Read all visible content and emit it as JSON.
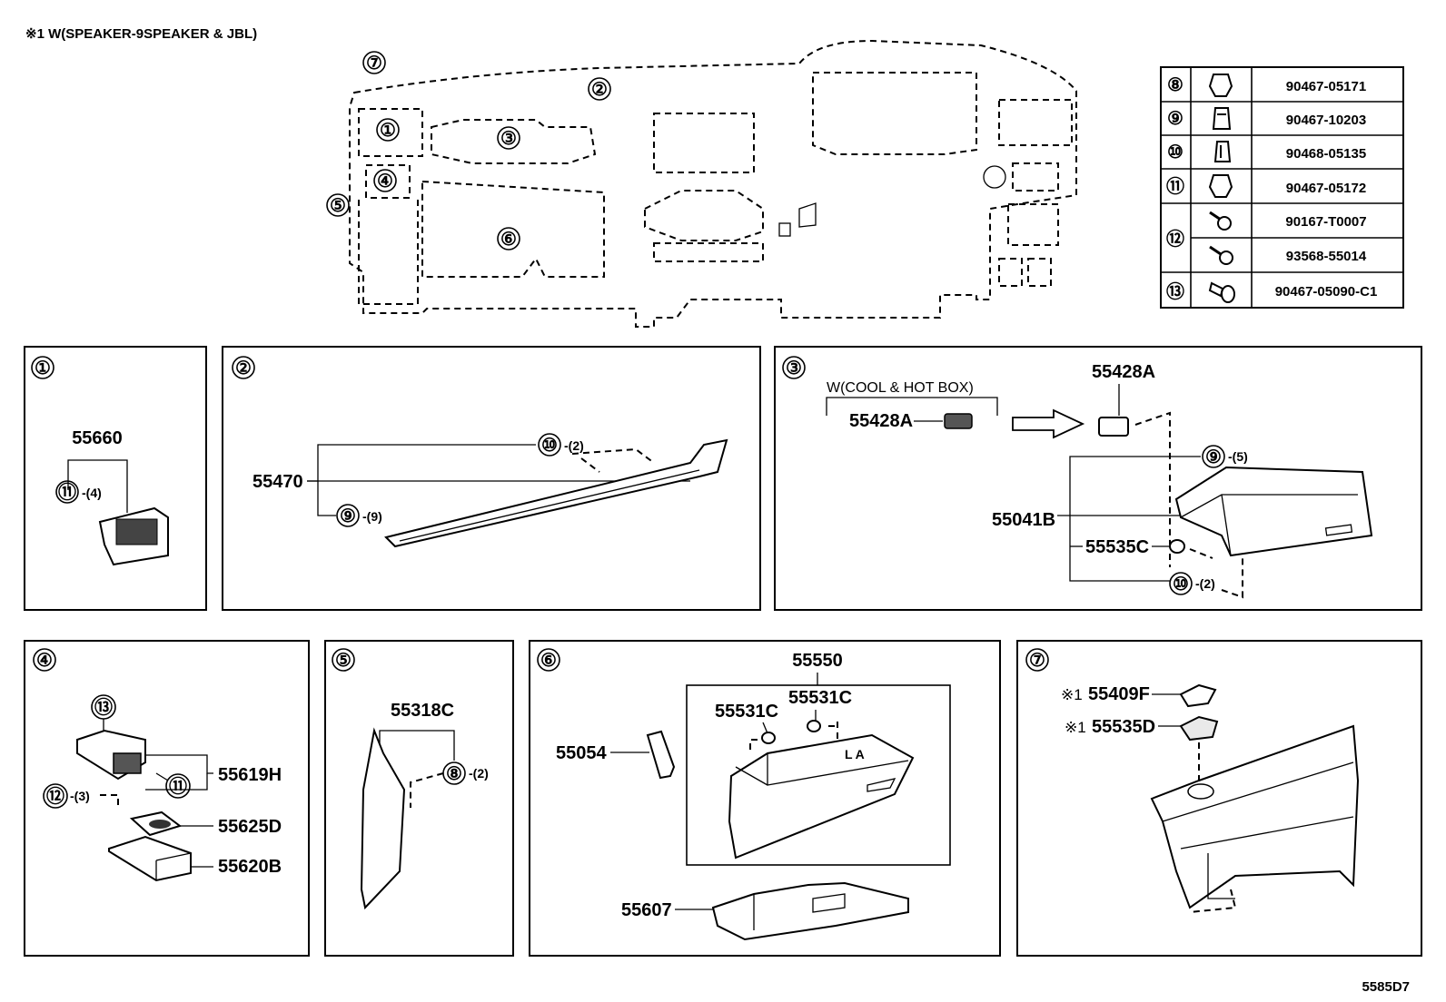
{
  "header": {
    "note": "※1 W(SPEAKER-9SPEAKER & JBL)",
    "diagram_code": "5585D7"
  },
  "overview": {
    "callouts": [
      "①",
      "②",
      "③",
      "④",
      "⑤",
      "⑥",
      "⑦"
    ]
  },
  "fastener_table": {
    "rows": [
      {
        "ref": "⑧",
        "icon": "clip-icon",
        "part": "90467-05171"
      },
      {
        "ref": "⑨",
        "icon": "clip-icon",
        "part": "90467-10203"
      },
      {
        "ref": "⑩",
        "icon": "clip-icon",
        "part": "90468-05135"
      },
      {
        "ref": "⑪",
        "icon": "clip-icon",
        "part": "90467-05172"
      },
      {
        "ref": "⑫",
        "icon": "screw-icon",
        "part": "90167-T0007"
      },
      {
        "ref": "",
        "icon": "screw-icon",
        "part": "93568-55014"
      },
      {
        "ref": "⑬",
        "icon": "pin-icon",
        "part": "90467-05090-C1"
      }
    ]
  },
  "panels": {
    "p1": {
      "num": "①",
      "labels": [
        "55660",
        "⑪",
        "-(4)"
      ]
    },
    "p2": {
      "num": "②",
      "labels": [
        "55470",
        "⑩",
        "-(2)",
        "⑨",
        "-(9)"
      ]
    },
    "p3": {
      "num": "③",
      "labels": [
        "W(COOL & HOT BOX)",
        "55428A",
        "55428A",
        "⑨",
        "-(5)",
        "55041B",
        "55535C",
        "⑩",
        "-(2)"
      ]
    },
    "p4": {
      "num": "④",
      "labels": [
        "⑬",
        "55619H",
        "⑪",
        "⑫",
        "-(3)",
        "55625D",
        "55620B"
      ]
    },
    "p5": {
      "num": "⑤",
      "labels": [
        "55318C",
        "⑧",
        "-(2)"
      ]
    },
    "p6": {
      "num": "⑥",
      "labels": [
        "55550",
        "55531C",
        "55531C",
        "55054",
        "55607"
      ]
    },
    "p7": {
      "num": "⑦",
      "labels": [
        "※1",
        "55409F",
        "※1",
        "55535D"
      ]
    }
  }
}
